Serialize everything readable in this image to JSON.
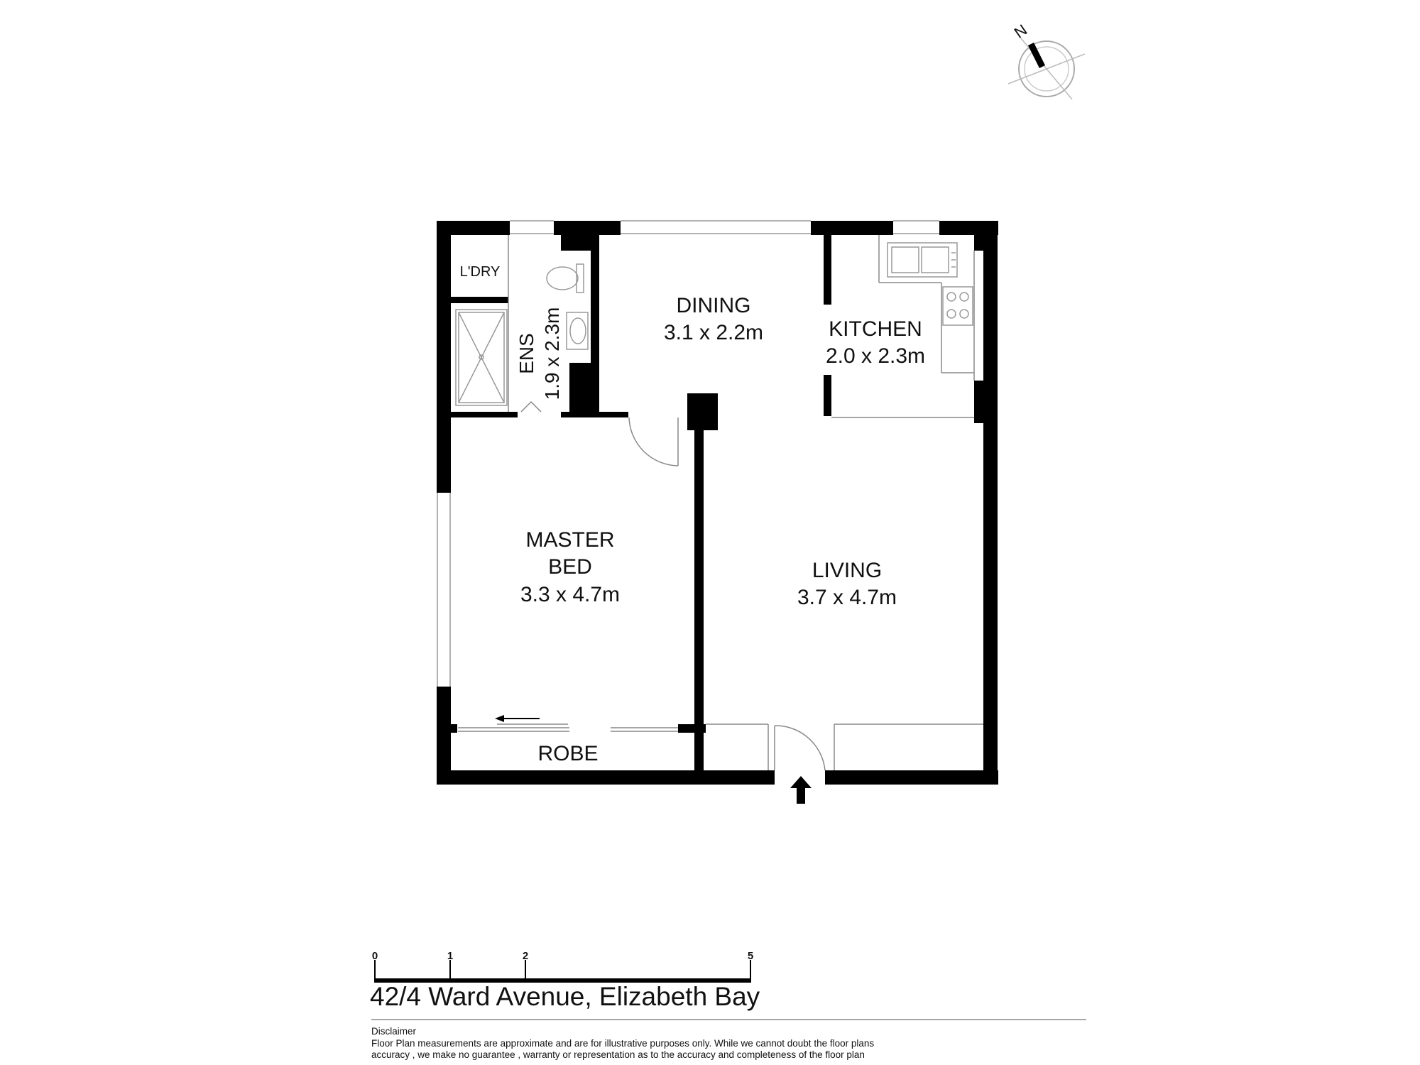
{
  "compass": {
    "north_label": "N"
  },
  "rooms": {
    "laundry": {
      "name": "L'DRY"
    },
    "ensuite": {
      "name": "ENS",
      "dims": "1.9 x 2.3m"
    },
    "dining": {
      "name": "DINING",
      "dims": "3.1 x 2.2m"
    },
    "kitchen": {
      "name": "KITCHEN",
      "dims": "2.0 x 2.3m"
    },
    "master_bed": {
      "name_line1": "MASTER",
      "name_line2": "BED",
      "dims": "3.3 x 4.7m"
    },
    "living": {
      "name": "LIVING",
      "dims": "3.7 x 4.7m"
    },
    "robe": {
      "name": "ROBE"
    }
  },
  "scale_bar": {
    "ticks": [
      "0",
      "1",
      "2",
      "5"
    ]
  },
  "address": "42/4 Ward Avenue, Elizabeth Bay",
  "disclaimer": {
    "heading": "Disclaimer",
    "line1": "Floor Plan measurements are approximate and are for illustrative purposes only. While we cannot doubt the floor plans",
    "line2": "accuracy , we make no guarantee , warranty or representation as to the accuracy and completeness of the floor plan"
  },
  "icons": [
    "compass-icon",
    "entry-arrow-icon",
    "toilet-icon",
    "basin-icon",
    "shower-icon",
    "sink-icon",
    "cooktop-icon",
    "door-swing-icon",
    "sliding-door-arrow-icon"
  ],
  "colors": {
    "wall": "#000000",
    "fixture": "#9a9a9a",
    "background": "#ffffff"
  }
}
